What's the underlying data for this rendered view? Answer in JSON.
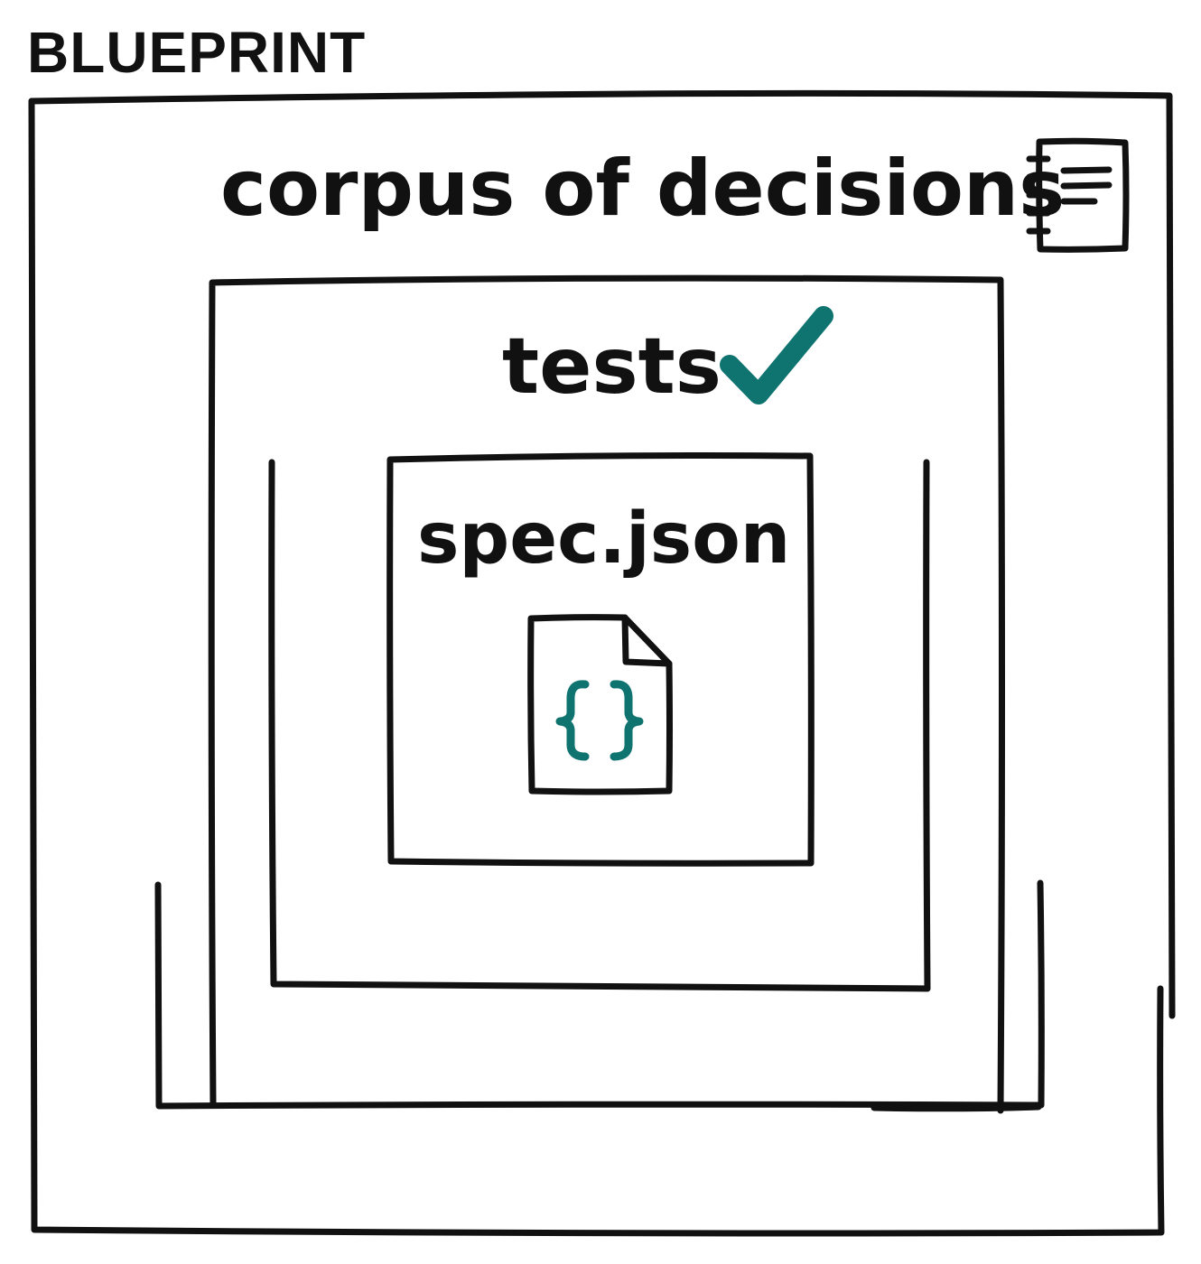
{
  "title": "BLUEPRINT",
  "layers": {
    "outer": {
      "label": "corpus of decisions",
      "icon": "notebook-icon"
    },
    "middle": {
      "label": "tests",
      "icon": "checkmark-icon"
    },
    "inner": {
      "label": "spec.json",
      "icon": "json-file-icon"
    }
  },
  "colors": {
    "ink": "#111111",
    "accent": "#0f7470",
    "background": "#ffffff"
  }
}
